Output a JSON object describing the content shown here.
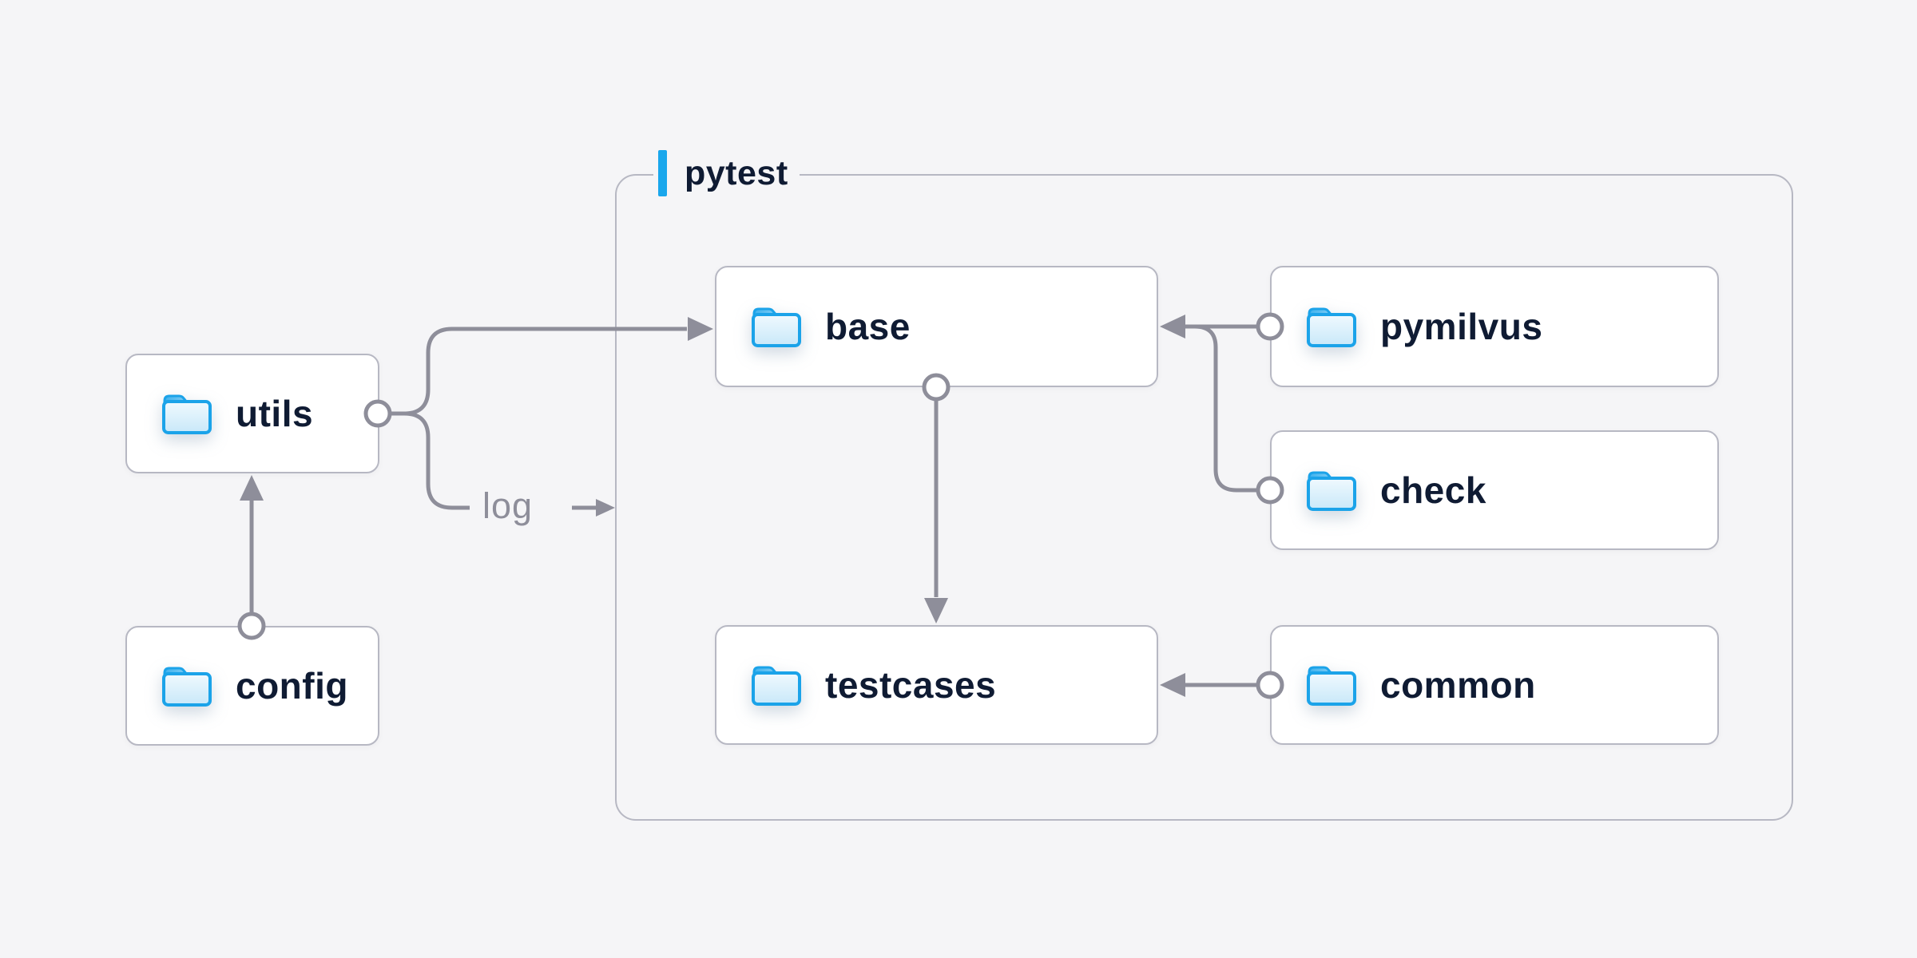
{
  "background_color": "#f5f5f7",
  "accent_color": "#1aa7ec",
  "text_color": "#0f1b33",
  "line_color": "#8e8e9a",
  "box_border_color": "#b7b8c3",
  "container": {
    "label": "pytest"
  },
  "nodes": {
    "utils": {
      "label": "utils",
      "icon": "folder"
    },
    "config": {
      "label": "config",
      "icon": "folder"
    },
    "base": {
      "label": "base",
      "icon": "folder"
    },
    "pymilvus": {
      "label": "pymilvus",
      "icon": "folder"
    },
    "check": {
      "label": "check",
      "icon": "folder"
    },
    "testcases": {
      "label": "testcases",
      "icon": "folder"
    },
    "common": {
      "label": "common",
      "icon": "folder"
    }
  },
  "edge_label": "log",
  "edges": [
    {
      "from": "config",
      "to": "utils"
    },
    {
      "from": "utils",
      "to": "base"
    },
    {
      "from": "utils",
      "to": "pytest",
      "label": "log"
    },
    {
      "from": "pymilvus",
      "to": "base"
    },
    {
      "from": "check",
      "to": "base"
    },
    {
      "from": "base",
      "to": "testcases"
    },
    {
      "from": "common",
      "to": "testcases"
    }
  ]
}
